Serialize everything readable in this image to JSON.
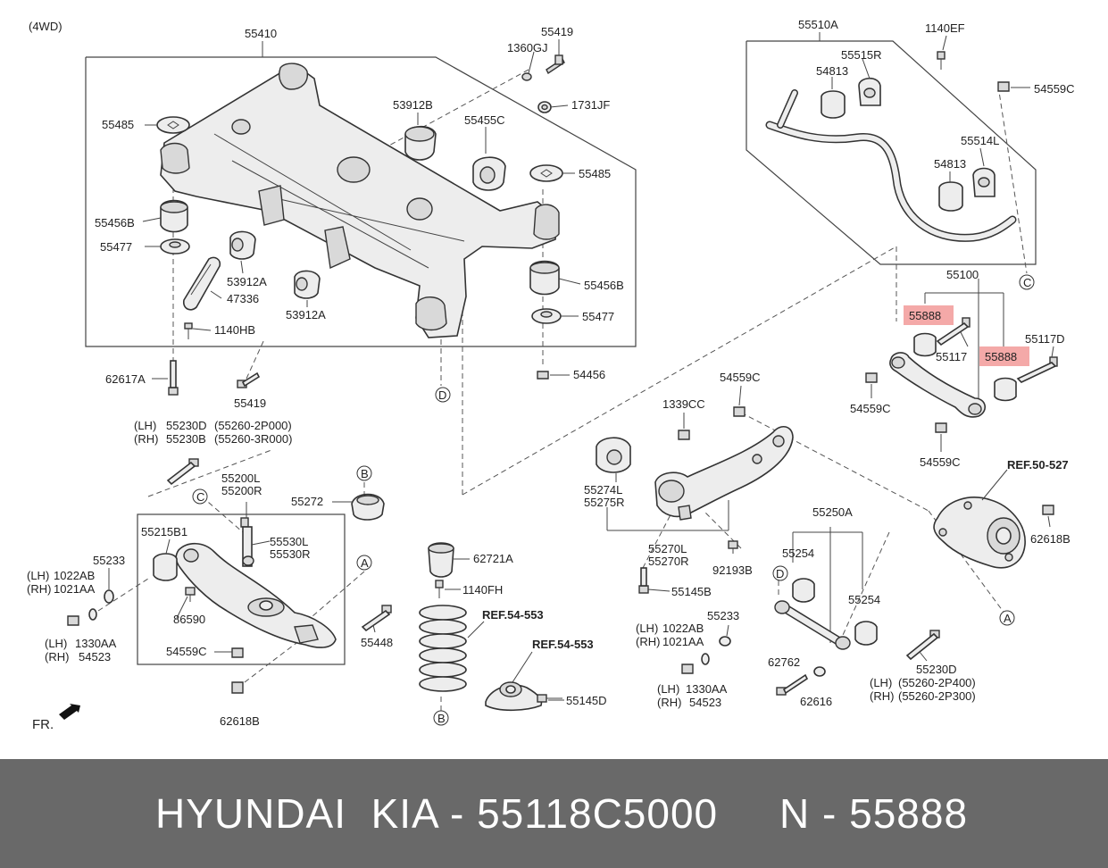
{
  "diagram": {
    "variant": "(4WD)",
    "front_label": "FR.",
    "labels": {
      "crossmember": "55410",
      "bolt_55419_top": "55419",
      "nut_1360GJ": "1360GJ",
      "washer_1731JF": "1731JF",
      "plate_55485_l": "55485",
      "plate_55485_r": "55485",
      "bush_53912B": "53912B",
      "bush_55455C": "55455C",
      "bush_55456B_l": "55456B",
      "bush_55456B_r": "55456B",
      "washer_55477_l": "55477",
      "washer_55477_r": "55477",
      "bush_53912A_1": "53912A",
      "bush_53912A_2": "53912A",
      "bracket_47336": "47336",
      "bolt_1140HB": "1140HB",
      "bolt_62617A": "62617A",
      "bolt_55419_bot": "55419",
      "nut_54456": "54456",
      "stab_bar": "55510A",
      "bolt_1140EF": "1140EF",
      "bracket_55515R": "55515R",
      "bush_54813_1": "54813",
      "bush_54813_2": "54813",
      "nut_54559C_tr": "54559C",
      "bracket_55514L": "55514L",
      "arm_55100": "55100",
      "bush_55888_1": "55888",
      "bush_55888_2": "55888",
      "bolt_55117": "55117",
      "bolt_55117D": "55117D",
      "nut_54559C_a": "54559C",
      "nut_54559C_b": "54559C",
      "nut_54559C_c": "54559C",
      "nut_1339CC": "1339CC",
      "bush_55274L": "55274L",
      "bush_55275R": "55275R",
      "arm_55270L": "55270L",
      "arm_55270R": "55270R",
      "bolt_92193B": "92193B",
      "bolt_55145B": "55145B",
      "ref_50_527": "REF.50-527",
      "nut_62618B_r": "62618B",
      "bolt_lh_55230D": "55230D",
      "bolt_rh_55230B": "55230B",
      "code_55260_2P000": "(55260-2P000)",
      "code_55260_3R000": "(55260-3R000)",
      "lh": "(LH)",
      "rh": "(RH)",
      "link_55200L": "55200L",
      "link_55200R": "55200R",
      "seat_55272": "55272",
      "bush_55215B1": "55215B1",
      "link_55530L": "55530L",
      "link_55530R": "55530R",
      "washer_55233_l": "55233",
      "nut_1022AB_l": "1022AB",
      "nut_1021AA_l": "1021AA",
      "bolt_86590": "86590",
      "washer_1330AA_l": "1330AA",
      "washer_54523_l": "54523",
      "nut_54559C_l": "54559C",
      "bolt_55448": "55448",
      "nut_62618B_l": "62618B",
      "bumper_62721A": "62721A",
      "bolt_1140FH": "1140FH",
      "ref_54_553_a": "REF.54-553",
      "ref_54_553_b": "REF.54-553",
      "bolt_55145D": "55145D",
      "arm_55250A": "55250A",
      "bush_55254_1": "55254",
      "bush_55254_2": "55254",
      "washer_55233_m": "55233",
      "nut_1022AB_m": "1022AB",
      "nut_1021AA_m": "1021AA",
      "bolt_62762": "62762",
      "washer_62616": "62616",
      "washer_1330AA_m": "1330AA",
      "washer_54523_m": "54523",
      "bolt_55230D_r": "55230D",
      "code_55260_2P400": "(55260-2P400)",
      "code_55260_2P300": "(55260-2P300)"
    },
    "markers": {
      "A": "A",
      "B": "B",
      "C": "C",
      "D": "D"
    }
  },
  "footer": {
    "text": "HYUNDAI  KIA - 55118C5000     N - 55888"
  },
  "colors": {
    "highlight": "#f4a9a8",
    "footer_bg": "#696969",
    "footer_text": "#ffffff"
  }
}
